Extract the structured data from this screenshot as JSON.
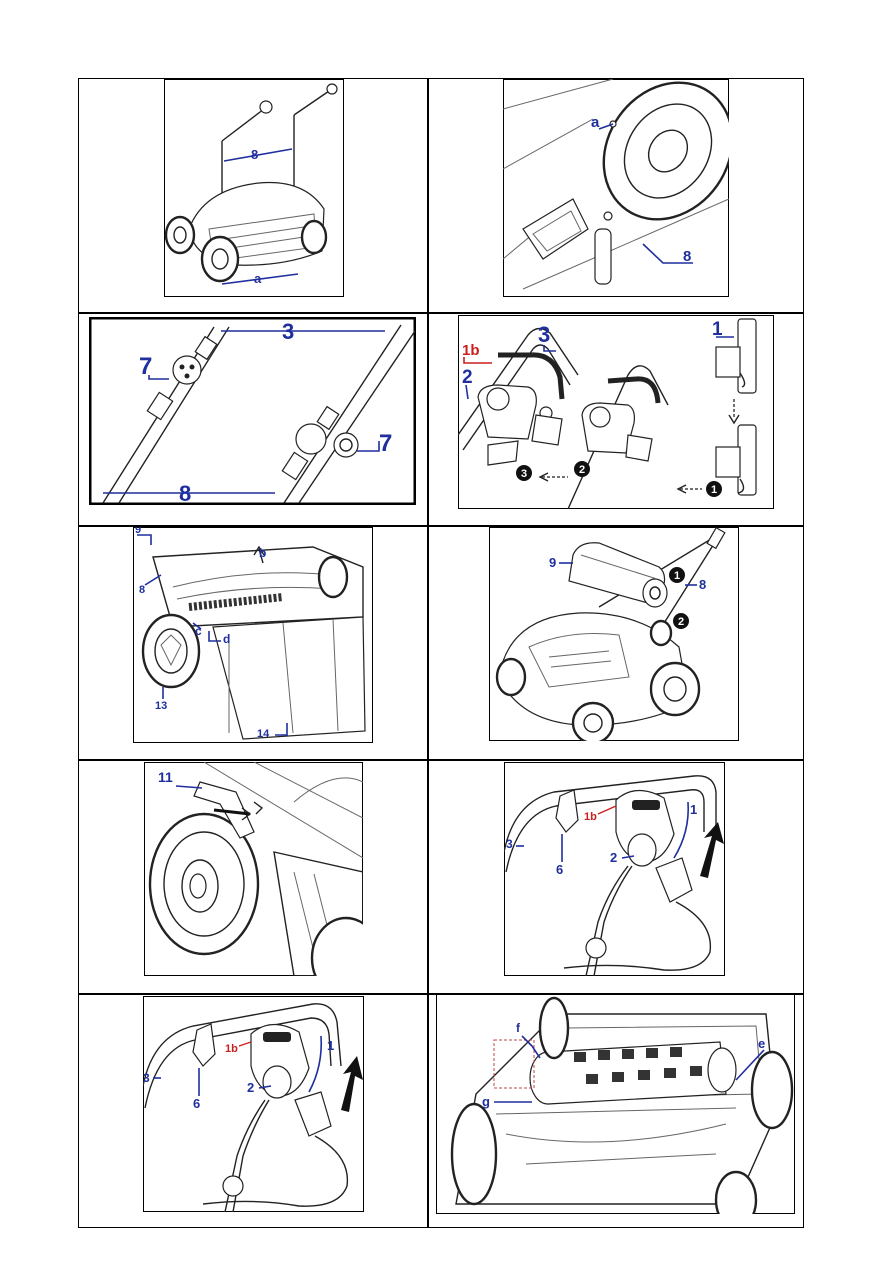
{
  "panels": [
    {
      "id": "p1",
      "labels": [
        "8",
        "a"
      ]
    },
    {
      "id": "p2",
      "labels": [
        "a",
        "8"
      ]
    },
    {
      "id": "p3",
      "labels": [
        "3",
        "7",
        "7",
        "8"
      ]
    },
    {
      "id": "p4",
      "labels": [
        "1b",
        "3",
        "2",
        "1"
      ],
      "steps": [
        "3",
        "2",
        "1"
      ]
    },
    {
      "id": "p5",
      "labels": [
        "9",
        "b",
        "8",
        "c",
        "d",
        "13",
        "14"
      ]
    },
    {
      "id": "p6",
      "labels": [
        "9",
        "8"
      ],
      "steps": [
        "1",
        "2"
      ]
    },
    {
      "id": "p7",
      "labels": [
        "11"
      ]
    },
    {
      "id": "p8",
      "labels": [
        "1b",
        "1",
        "3",
        "2",
        "6"
      ]
    },
    {
      "id": "p9",
      "labels": [
        "1b",
        "1",
        "3",
        "2",
        "6"
      ]
    },
    {
      "id": "p10",
      "labels": [
        "f",
        "e",
        "g"
      ]
    }
  ],
  "colors": {
    "label_blue": "#1f2f9e",
    "label_red": "#cc1e1e",
    "line": "#000000"
  },
  "icons": [
    "push-arrow-icon",
    "step-number-icon",
    "dotted-arrow-icon"
  ]
}
